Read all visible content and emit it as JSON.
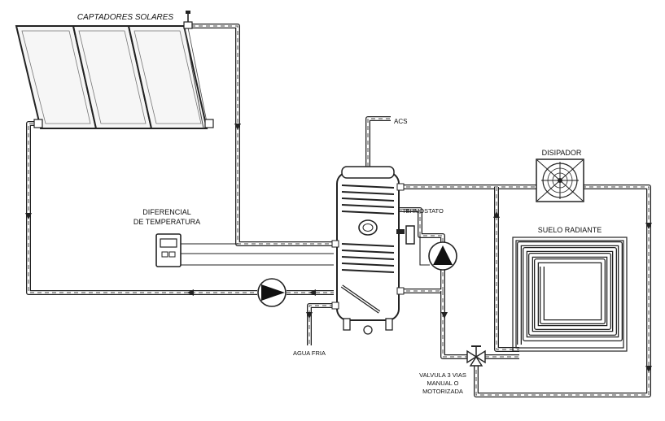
{
  "labels": {
    "collectors": "CAPTADORES SOLARES",
    "acs": "ACS",
    "dissipator": "DISIPADOR",
    "differential_line1": "DIFERENCIAL",
    "differential_line2": "DE TEMPERATURA",
    "thermostat": "TERMOSTATO",
    "radiant_floor": "SUELO RADIANTE",
    "cold_water": "AGUA FRIA",
    "valve_line1": "VALVULA 3 VIAS",
    "valve_line2": "MANUAL O",
    "valve_line3": "MOTORIZADA"
  },
  "colors": {
    "line": "#222222",
    "pipe_fill": "#ffffff",
    "pump_triangle": "#111111"
  },
  "icons": {
    "pump": "pump-icon",
    "fan": "fan-icon",
    "valve": "three-way-valve-icon",
    "controller": "controller-icon",
    "tank": "storage-tank-icon"
  }
}
